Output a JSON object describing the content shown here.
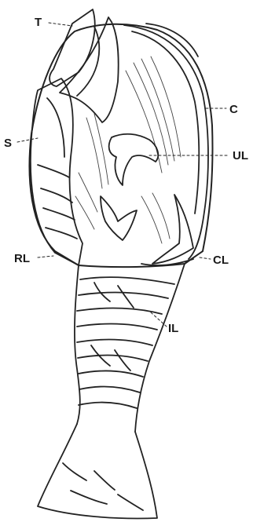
{
  "figure": {
    "labels": {
      "t": "T",
      "c": "C",
      "s": "S",
      "ul": "UL",
      "rl": "RL",
      "cl": "CL",
      "il": "IL"
    },
    "ink_color": "#222222",
    "background_color": "#ffffff"
  }
}
